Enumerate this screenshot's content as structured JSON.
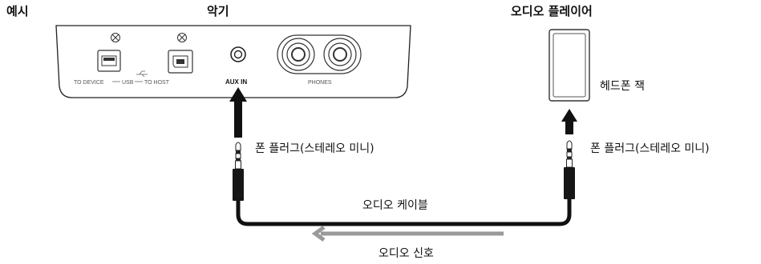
{
  "labels": {
    "example": "예시",
    "instrument": "악기",
    "audio_player": "오디오 플레이어",
    "headphone_jack": "헤드폰 잭",
    "plug_left": "폰 플러그(스테레오 미니)",
    "plug_right": "폰 플러그(스테레오 미니)",
    "audio_cable": "오디오 케이블",
    "audio_signal": "오디오 신호"
  },
  "panel": {
    "to_device": "TO DEVICE",
    "usb": "USB",
    "to_host": "TO HOST",
    "aux_in": "AUX IN",
    "phones": "PHONES"
  },
  "colors": {
    "cable": "#111111",
    "signal_arrow": "#9a9a9a",
    "panel_stroke": "#222222"
  }
}
